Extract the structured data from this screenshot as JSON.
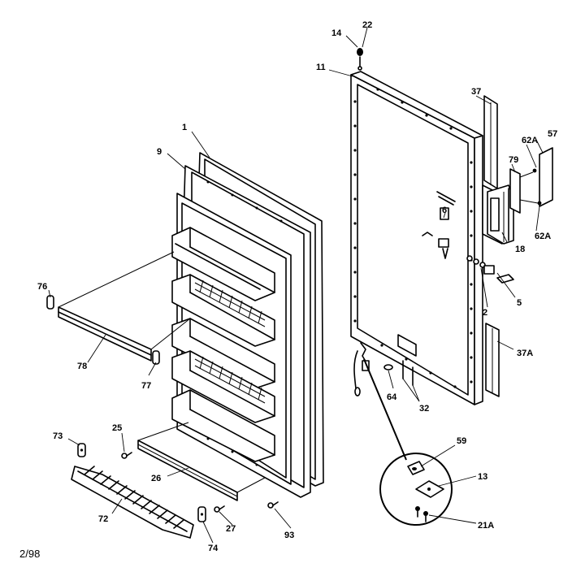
{
  "labels": {
    "p1": "1",
    "p2": "2",
    "p5": "5",
    "p6": "6",
    "p9": "9",
    "p11": "11",
    "p13": "13",
    "p14": "14",
    "p18": "18",
    "p21a": "21A",
    "p22": "22",
    "p25": "25",
    "p26": "26",
    "p27": "27",
    "p32": "32",
    "p37": "37",
    "p37a": "37A",
    "p57": "57",
    "p59": "59",
    "p62a_top": "62A",
    "p62a_bot": "62A",
    "p64": "64",
    "p72": "72",
    "p73": "73",
    "p74": "74",
    "p76": "76",
    "p77": "77",
    "p78": "78",
    "p79": "79",
    "p93": "93"
  },
  "footer": {
    "date": "2/98"
  }
}
